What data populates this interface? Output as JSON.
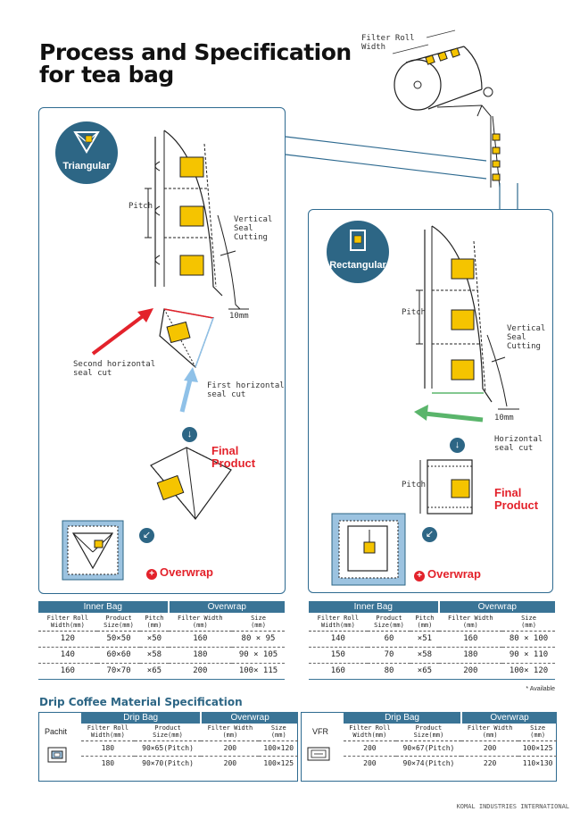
{
  "title": {
    "line1": "Process and Specification",
    "line2": "for tea bag"
  },
  "filter_roll_label": "Filter Roll\nWidth",
  "triangular": {
    "badge": "Triangular",
    "pitch": "Pitch",
    "vertical_seal": "Vertical\nSeal\nCutting",
    "dim": "10mm",
    "second_seal": "Second horizontal\nseal cut",
    "first_seal": "First horizontal\nseal cut",
    "final_product": "Final\nProduct",
    "overwrap": "Overwrap"
  },
  "rectangular": {
    "badge": "Rectangular",
    "pitch": "Pitch",
    "vertical_seal": "Vertical\nSeal\nCutting",
    "dim": "10mm",
    "horizontal_seal": "Horizontal\nseal cut",
    "pitch2": "Pitch",
    "final_product": "Final\nProduct",
    "overwrap": "Overwrap"
  },
  "table_triangular": {
    "groups": [
      "Inner Bag",
      "Overwrap"
    ],
    "headers": [
      "Filter Roll\nWidth(mm)",
      "Product\nSize(mm)",
      "Pitch\n(mm)",
      "Filter Width\n(mm)",
      "Size\n(mm)"
    ],
    "rows": [
      [
        "120",
        "50×50",
        "×50",
        "160",
        "80 × 95"
      ],
      [
        "140",
        "60×60",
        "×58",
        "180",
        "90 × 105"
      ],
      [
        "160",
        "70×70",
        "×65",
        "200",
        "100× 115"
      ]
    ]
  },
  "table_rectangular": {
    "groups": [
      "Inner Bag",
      "Overwrap"
    ],
    "headers": [
      "Filter Roll\nWidth(mm)",
      "Product\nSize(mm)",
      "Pitch\n(mm)",
      "Filter Width\n(mm)",
      "Size\n(mm)"
    ],
    "rows": [
      [
        "140",
        "60",
        "×51",
        "160",
        "80 × 100"
      ],
      [
        "150",
        "70",
        "×58",
        "180",
        "90 × 110"
      ],
      [
        "160",
        "80",
        "×65",
        "200",
        "100× 120"
      ]
    ]
  },
  "note": "* Available",
  "drip": {
    "title": "Drip Coffee Material Specification",
    "pachit": {
      "label": "Pachit",
      "groups": [
        "Drip Bag",
        "Overwrap"
      ],
      "headers": [
        "Filter Roll\nWidth(mm)",
        "Product\nSize(mm)",
        "Filter Width\n(mm)",
        "Size\n(mm)"
      ],
      "rows": [
        [
          "180",
          "90×65(Pitch)",
          "200",
          "100×120"
        ],
        [
          "180",
          "90×70(Pitch)",
          "200",
          "100×125"
        ]
      ]
    },
    "vfr": {
      "label": "VFR",
      "groups": [
        "Drip Bag",
        "Overwrap"
      ],
      "headers": [
        "Filter Roll\nWidth(mm)",
        "Product\nSize(mm)",
        "Filter Width\n(mm)",
        "Size\n(mm)"
      ],
      "rows": [
        [
          "200",
          "90×67(Pitch)",
          "200",
          "100×125"
        ],
        [
          "200",
          "90×74(Pitch)",
          "220",
          "110×130"
        ]
      ]
    }
  },
  "footer": "KOMAL INDUSTRIES INTERNATIONAL",
  "colors": {
    "navy": "#2d6685",
    "red": "#e3222b",
    "blue_arrow": "#8fc1e8",
    "green_arrow": "#5ab56b",
    "yellow": "#f5c400"
  }
}
